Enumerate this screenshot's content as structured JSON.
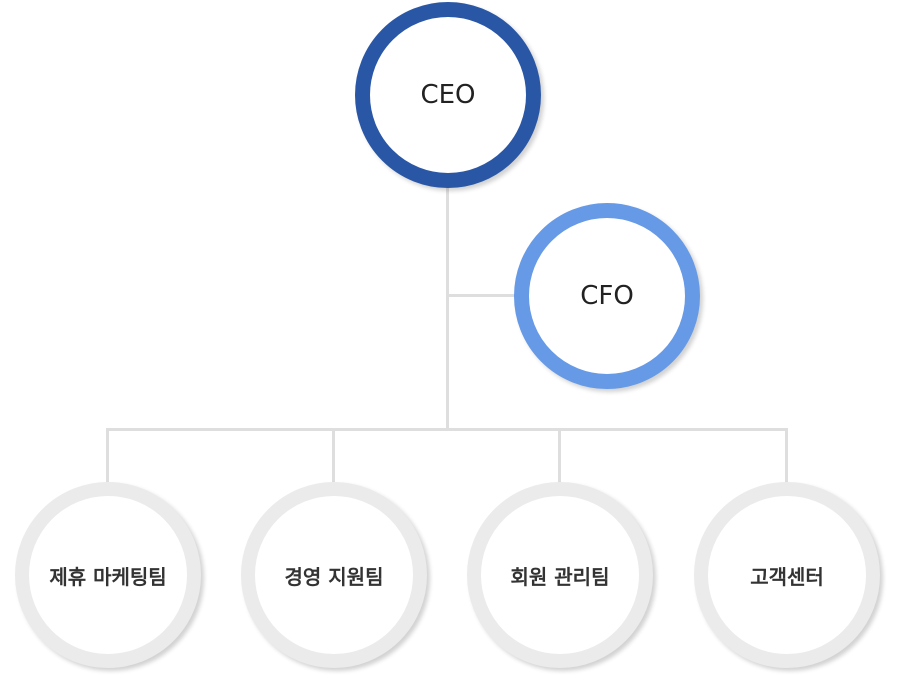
{
  "org_chart": {
    "ceo": {
      "label": "CEO",
      "ring_color": "#2a57a5"
    },
    "cfo": {
      "label": "CFO",
      "ring_color": "#6699e6"
    },
    "teams": [
      {
        "label": "제휴 마케팅팀"
      },
      {
        "label": "경영 지원팀"
      },
      {
        "label": "회원 관리팀"
      },
      {
        "label": "고객센터"
      }
    ],
    "team_ring_color": "#ebebeb",
    "connector_color": "#dedede"
  }
}
